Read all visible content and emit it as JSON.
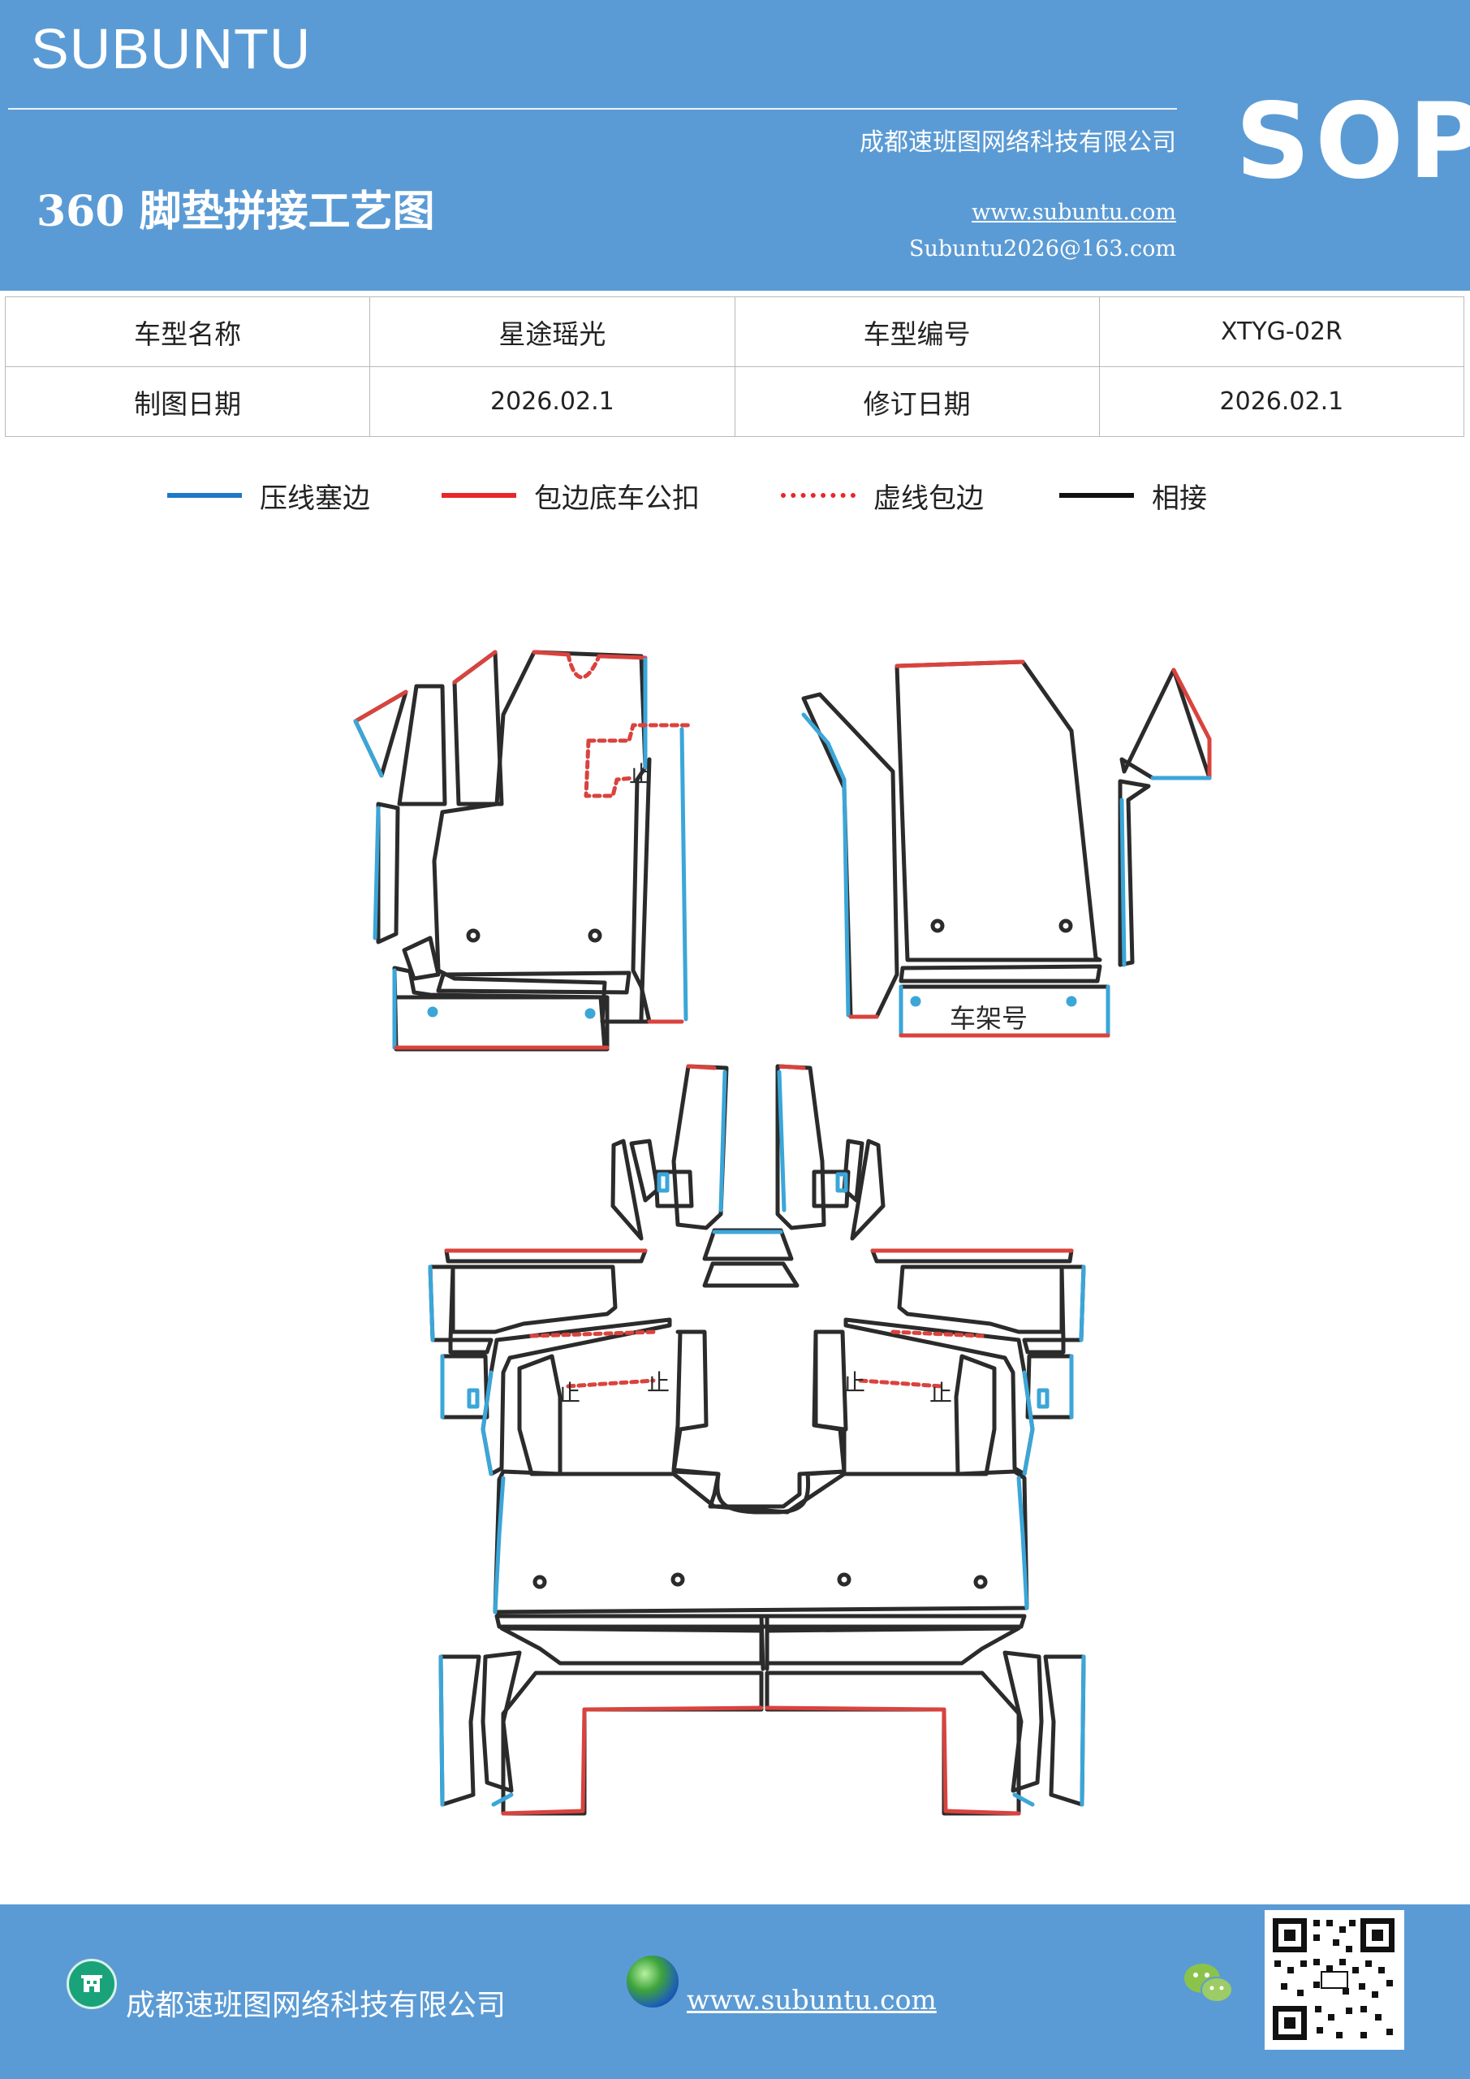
{
  "header": {
    "brand": "SUBUNTU",
    "company": "成都速班图网络科技有限公司",
    "title": "360 脚垫拼接工艺图",
    "website": "www.subuntu.com",
    "email": "Subuntu2026@163.com",
    "badge": "SOP"
  },
  "info_table": {
    "rows": [
      [
        "车型名称",
        "星途瑶光",
        "车型编号",
        "XTYG-02R"
      ],
      [
        "制图日期",
        "2026.02.1",
        "修订日期",
        "2026.02.1"
      ]
    ]
  },
  "legend": [
    {
      "label": "压线塞边",
      "color": "#1f78c8",
      "style": "solid"
    },
    {
      "label": "包边底车公扣",
      "color": "#e8262b",
      "style": "solid"
    },
    {
      "label": "虚线包边",
      "color": "#e8262b",
      "style": "dotted"
    },
    {
      "label": "相接",
      "color": "#111111",
      "style": "solid"
    }
  ],
  "diagram": {
    "marks": [
      "止",
      "止",
      "止",
      "止",
      "止"
    ],
    "frame_label": "车架号"
  },
  "colors": {
    "header_bg": "#5b9bd5",
    "outline": "#2b2b2b",
    "press_edge": "#3ba6d8",
    "wrap_edge": "#d9433e"
  },
  "footer": {
    "company": "成都速班图网络科技有限公司",
    "website": "www.subuntu.com",
    "icons": [
      "building-icon",
      "globe-icon",
      "wechat-icon",
      "qr-code"
    ]
  }
}
